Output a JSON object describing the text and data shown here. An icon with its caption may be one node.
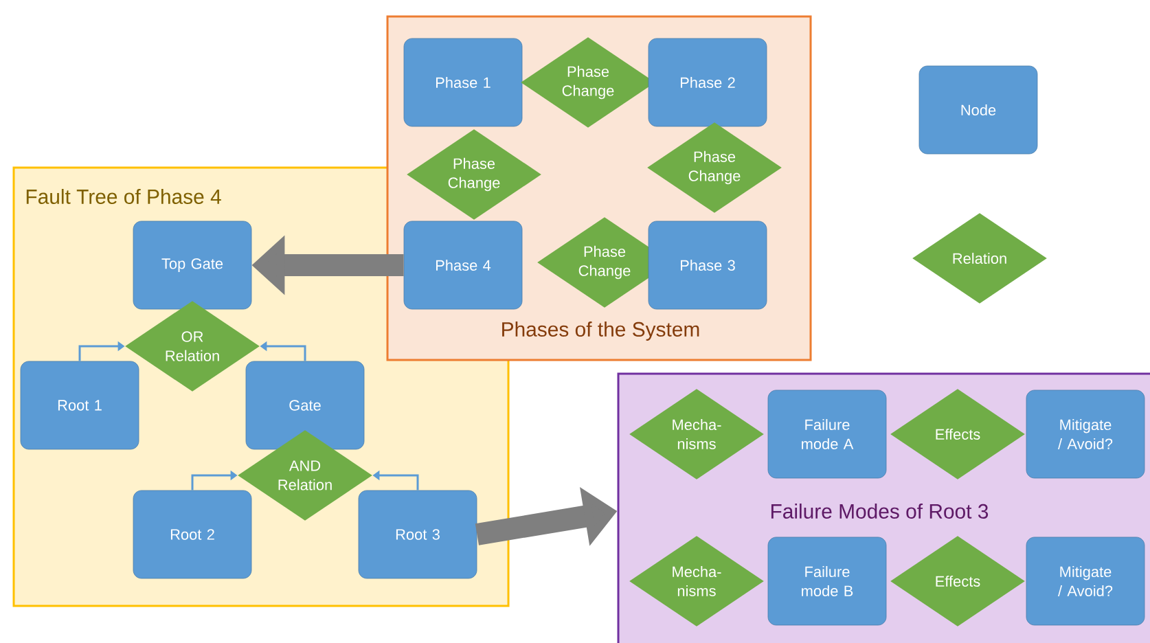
{
  "diagram": {
    "nodes": [
      {
        "text": [
          "Phases of the System"
        ]
      },
      {
        "text": [
          "Phase 1"
        ],
        "in": 0
      },
      {
        "text": [
          "Phase Change"
        ],
        "in": 0
      },
      {
        "text": [
          "Phase 2"
        ],
        "in": 0
      },
      {
        "text": [
          "Phase Change"
        ],
        "in": 0
      },
      {
        "text": [
          "Phase Change"
        ],
        "in": 0
      },
      {
        "text": [
          "Phase 4"
        ],
        "in": 0
      },
      {
        "text": [
          "Phase Change"
        ],
        "in": 0
      },
      {
        "text": [
          "Phase 3"
        ],
        "in": 0
      },
      {
        "text": [
          "Node"
        ]
      },
      {
        "text": [
          "Relation"
        ]
      },
      {
        "text": [
          "Fault Tree of Phase 4"
        ]
      },
      {
        "text": [
          "Top Gate"
        ],
        "in": 11
      },
      {
        "text": [
          "OR Relation"
        ],
        "in": 11
      },
      {
        "text": [
          "Root 1"
        ],
        "in": 11
      },
      {
        "text": [
          "Gate"
        ],
        "in": 11
      },
      {
        "text": [
          "AND Relation"
        ],
        "in": 11
      },
      {
        "text": [
          "Root 2"
        ],
        "in": 11
      },
      {
        "text": [
          "Root 3"
        ],
        "in": 11
      },
      {
        "text": [
          "Failure Modes of Root 3"
        ]
      },
      {
        "text": [
          "Mecha- nisms"
        ],
        "in": 19
      },
      {
        "text": [
          "Failure mode A"
        ],
        "in": 19
      },
      {
        "text": [
          "Effects"
        ],
        "in": 19
      },
      {
        "text": [
          "Mitigate / Avoid?"
        ],
        "in": 19
      },
      {
        "text": [
          "Mecha- nisms"
        ],
        "in": 19
      },
      {
        "text": [
          "Failure mode B"
        ],
        "in": 19
      },
      {
        "text": [
          "Effects"
        ],
        "in": 19
      },
      {
        "text": [
          "Mitigate / Avoid?"
        ],
        "in": 19
      }
    ],
    "edges": [
      {
        "from": 6,
        "to": 12,
        "arrow": "to",
        "style": "thick",
        "color": "#7f7f7f"
      },
      {
        "from": 18,
        "to": 19,
        "arrow": "to",
        "style": "thick",
        "color": "#7f7f7f"
      },
      {
        "from": 14,
        "to": 13,
        "arrow": "to"
      },
      {
        "from": 15,
        "to": 13,
        "arrow": "to"
      },
      {
        "from": 17,
        "to": 16,
        "arrow": "to"
      },
      {
        "from": 18,
        "to": 16,
        "arrow": "to"
      }
    ]
  }
}
